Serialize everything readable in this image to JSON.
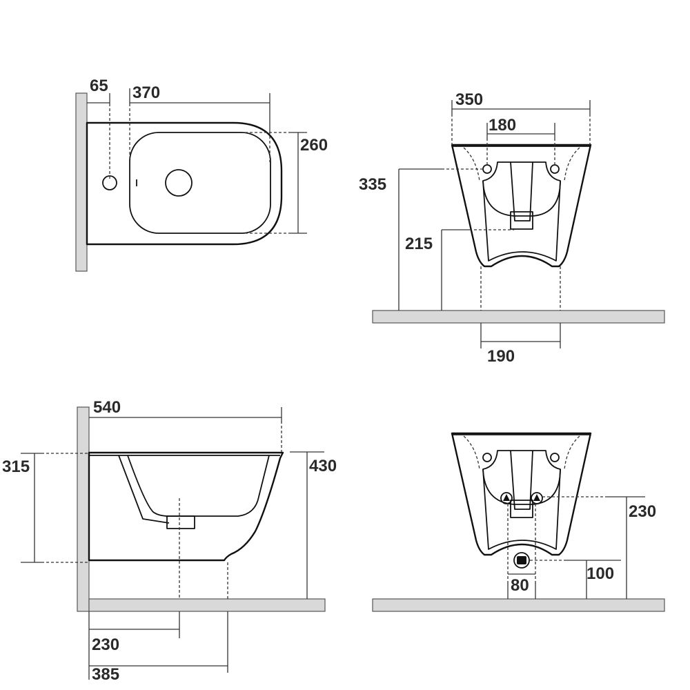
{
  "top_view": {
    "dims": [
      "65",
      "370",
      "260"
    ]
  },
  "front_view": {
    "dims": [
      "350",
      "180",
      "335",
      "215",
      "190"
    ]
  },
  "side_view": {
    "dims": [
      "540",
      "315",
      "430",
      "230",
      "385"
    ]
  },
  "rear_view": {
    "dims": [
      "230",
      "100",
      "80"
    ]
  },
  "colors": {
    "wall_fill": "#d9d9d9",
    "line": "#111111"
  }
}
